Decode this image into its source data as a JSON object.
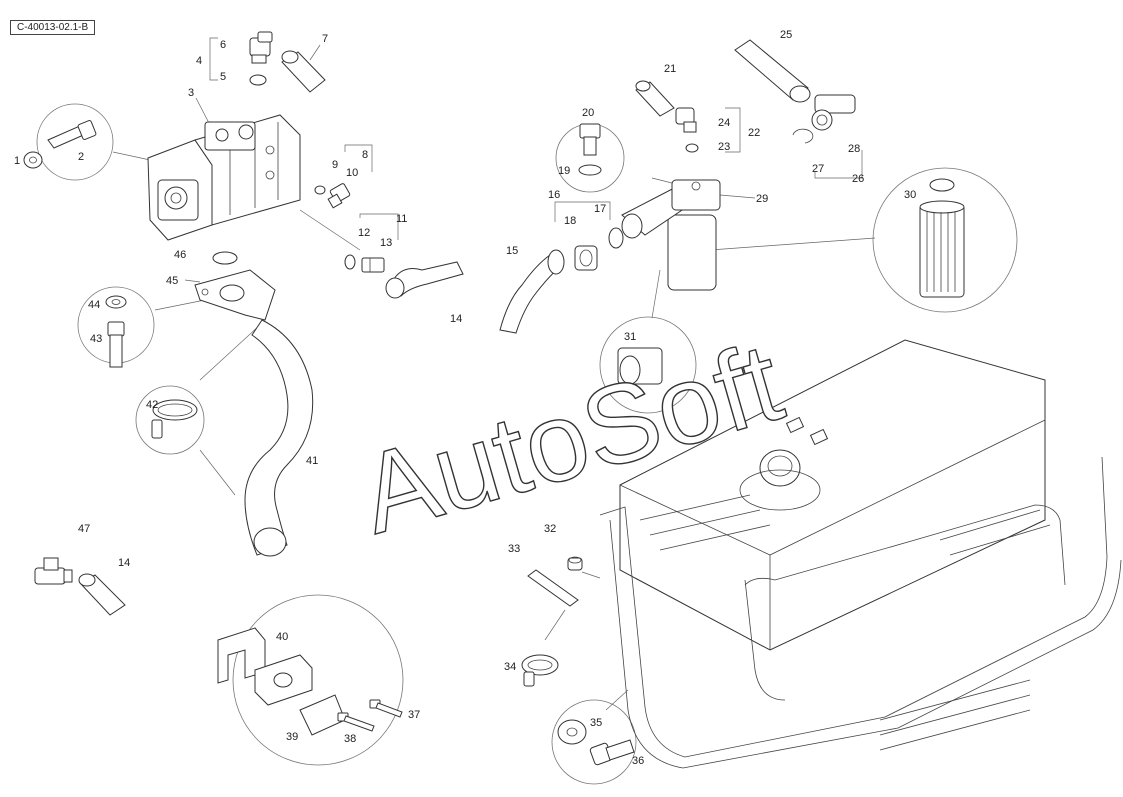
{
  "drawing": {
    "reference": "C-40013-02.1-B",
    "watermark": "AutoSoft"
  },
  "callouts": [
    {
      "id": "c1",
      "text": "1"
    },
    {
      "id": "c2",
      "text": "2"
    },
    {
      "id": "c3",
      "text": "3"
    },
    {
      "id": "c4",
      "text": "4"
    },
    {
      "id": "c5",
      "text": "5"
    },
    {
      "id": "c6",
      "text": "6"
    },
    {
      "id": "c7",
      "text": "7"
    },
    {
      "id": "c8",
      "text": "8"
    },
    {
      "id": "c9",
      "text": "9"
    },
    {
      "id": "c10",
      "text": "10"
    },
    {
      "id": "c11",
      "text": "11"
    },
    {
      "id": "c12",
      "text": "12"
    },
    {
      "id": "c13",
      "text": "13"
    },
    {
      "id": "c14a",
      "text": "14"
    },
    {
      "id": "c15",
      "text": "15"
    },
    {
      "id": "c16",
      "text": "16"
    },
    {
      "id": "c17",
      "text": "17"
    },
    {
      "id": "c18",
      "text": "18"
    },
    {
      "id": "c19",
      "text": "19"
    },
    {
      "id": "c20",
      "text": "20"
    },
    {
      "id": "c21",
      "text": "21"
    },
    {
      "id": "c22",
      "text": "22"
    },
    {
      "id": "c23",
      "text": "23"
    },
    {
      "id": "c24",
      "text": "24"
    },
    {
      "id": "c25",
      "text": "25"
    },
    {
      "id": "c26",
      "text": "26"
    },
    {
      "id": "c27",
      "text": "27"
    },
    {
      "id": "c28",
      "text": "28"
    },
    {
      "id": "c29",
      "text": "29"
    },
    {
      "id": "c30",
      "text": "30"
    },
    {
      "id": "c31",
      "text": "31"
    },
    {
      "id": "c32",
      "text": "32"
    },
    {
      "id": "c33",
      "text": "33"
    },
    {
      "id": "c34",
      "text": "34"
    },
    {
      "id": "c35",
      "text": "35"
    },
    {
      "id": "c36",
      "text": "36"
    },
    {
      "id": "c37",
      "text": "37"
    },
    {
      "id": "c38",
      "text": "38"
    },
    {
      "id": "c39",
      "text": "39"
    },
    {
      "id": "c40",
      "text": "40"
    },
    {
      "id": "c41",
      "text": "41"
    },
    {
      "id": "c42",
      "text": "42"
    },
    {
      "id": "c43",
      "text": "43"
    },
    {
      "id": "c44",
      "text": "44"
    },
    {
      "id": "c45",
      "text": "45"
    },
    {
      "id": "c46",
      "text": "46"
    },
    {
      "id": "c47",
      "text": "47"
    },
    {
      "id": "c14b",
      "text": "14"
    }
  ]
}
